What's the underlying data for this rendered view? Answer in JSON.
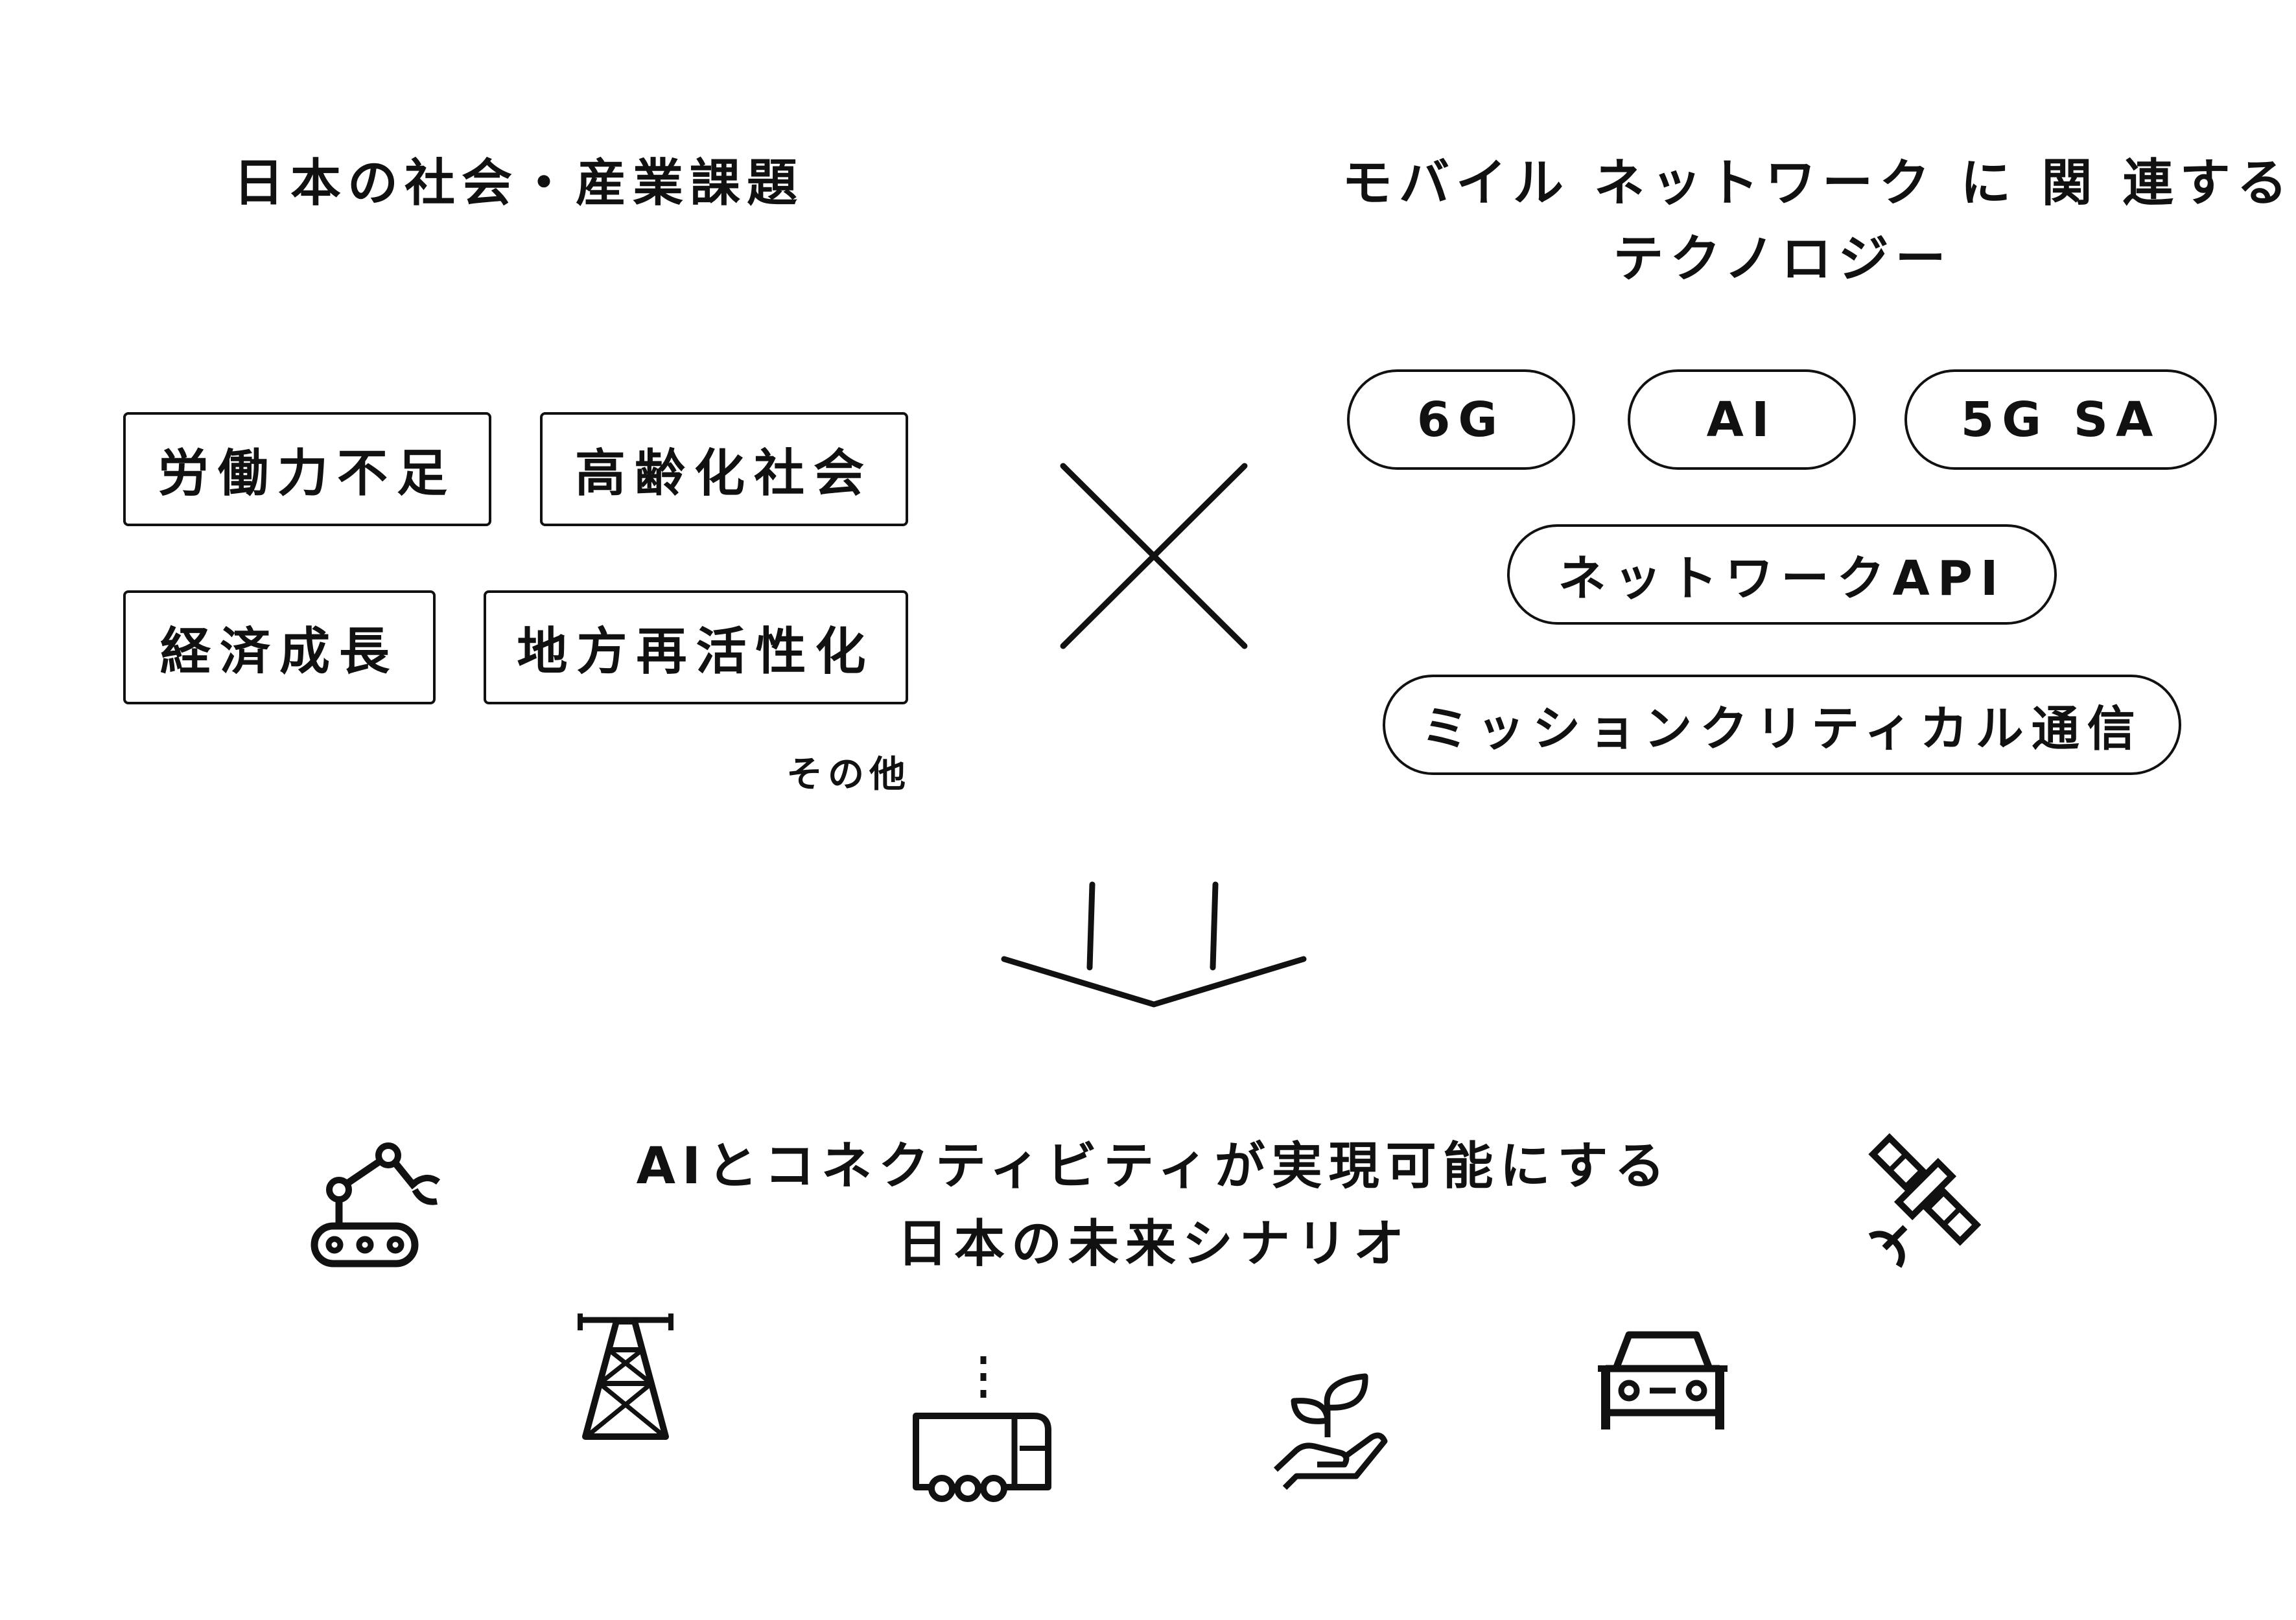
{
  "left": {
    "title": "日本の社会・産業課題",
    "issues": [
      "労働力不足",
      "高齢化社会",
      "経済成長",
      "地方再活性化"
    ],
    "other": "その他"
  },
  "right": {
    "title_line1": "モバイル ネットワーク に 関 連する",
    "title_line2": "テクノロジー",
    "techs": [
      "6G",
      "AI",
      "5G SA",
      "ネットワークAPI",
      "ミッションクリティカル通信"
    ]
  },
  "result": {
    "line1": "AIとコネクティビティが実現可能にする",
    "line2": "日本の未来シナリオ"
  },
  "icons": [
    "robot-arm-icon",
    "satellite-icon",
    "transmission-tower-icon",
    "connected-bus-icon",
    "seedling-hand-icon",
    "car-icon"
  ],
  "colors": {
    "ink": "#111111",
    "background": "#ffffff"
  }
}
